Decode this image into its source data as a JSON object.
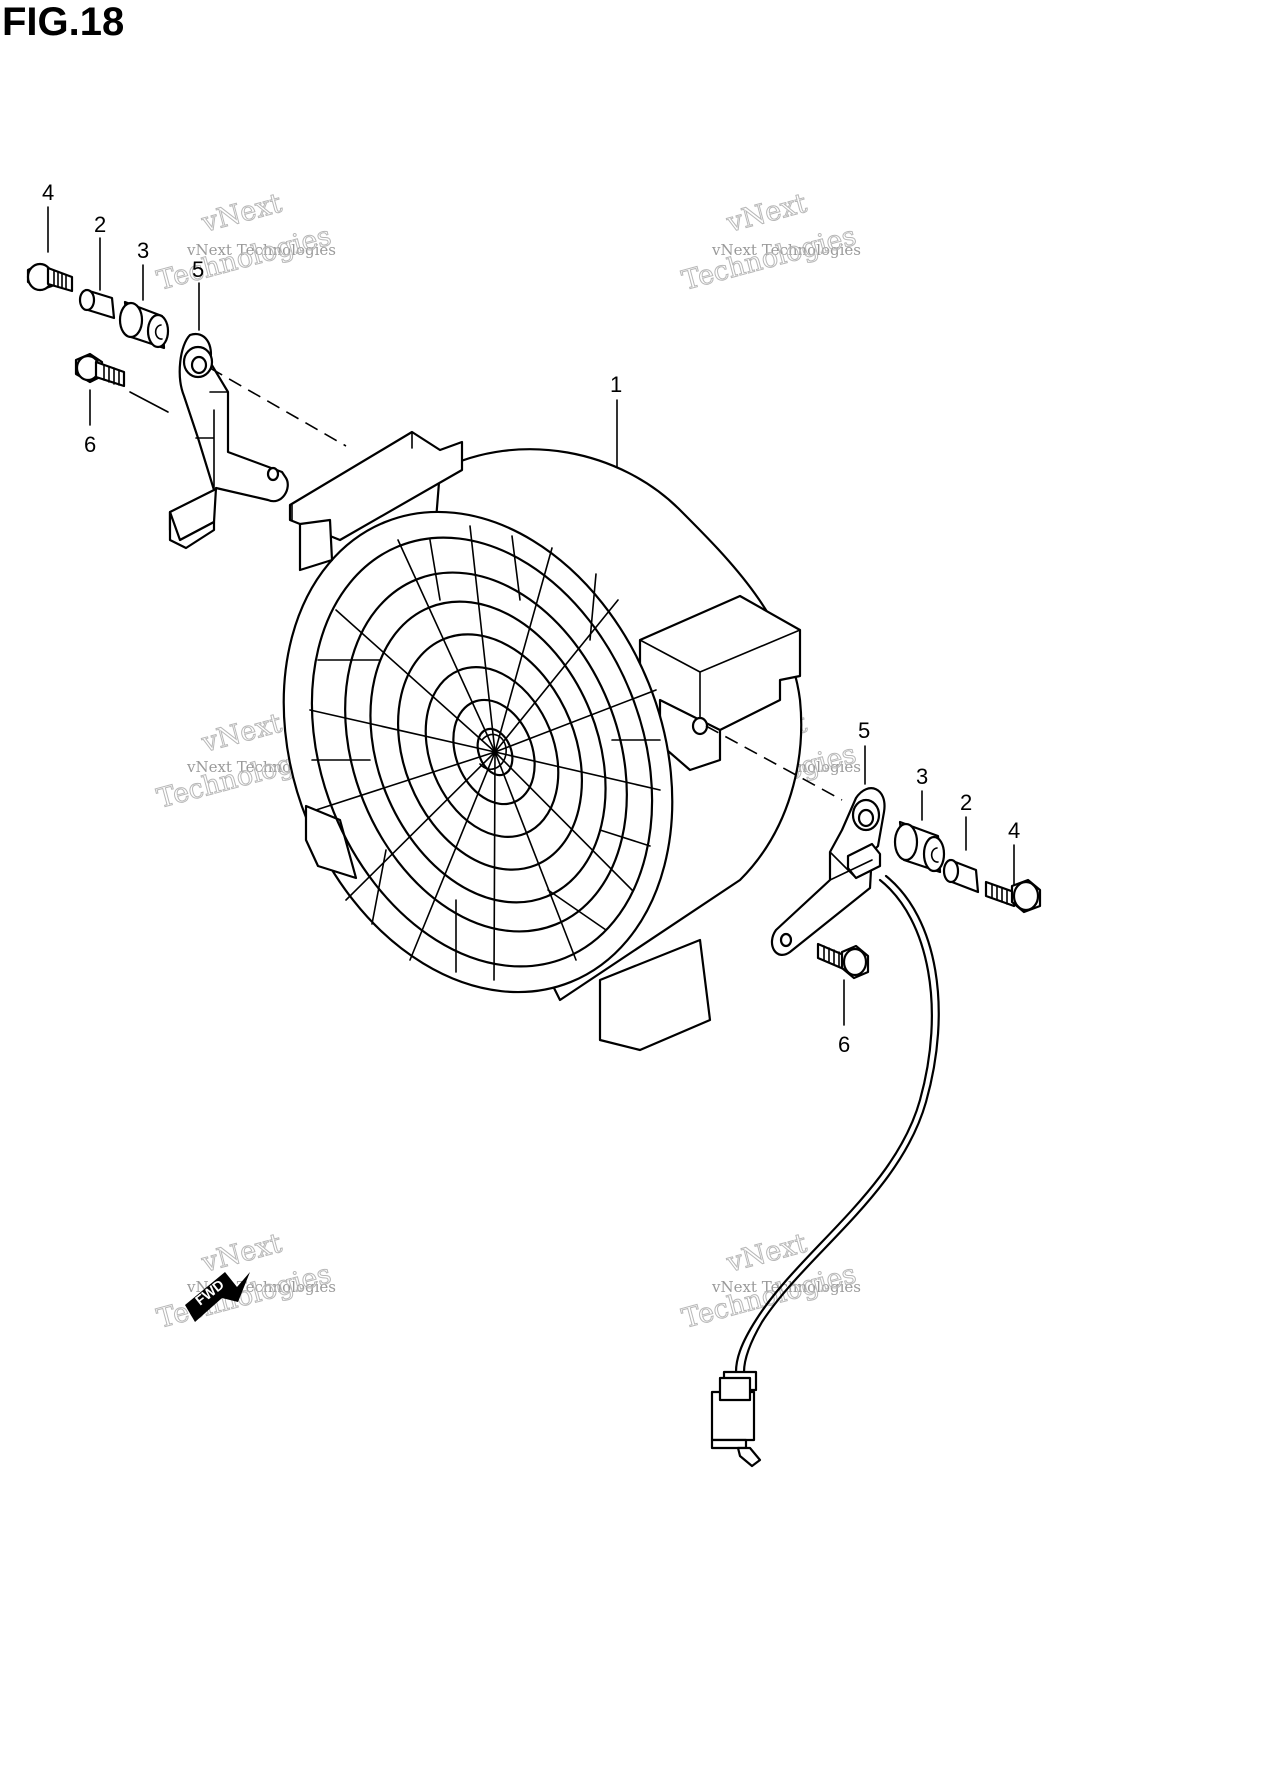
{
  "figure": {
    "title": "FIG.18"
  },
  "callouts": {
    "fan_assembly": "1",
    "spacer_left": "2",
    "cushion_left": "3",
    "bolt_left": "4",
    "bracket_left": "5",
    "screw_left": "6",
    "bracket_right": "5",
    "cushion_right": "3",
    "spacer_right": "2",
    "bolt_right": "4",
    "screw_right": "6"
  },
  "watermark": {
    "line1": "vNext",
    "line2": "vNext Technologies",
    "line3": "Technologies"
  },
  "fwd_arrow": {
    "label": "FWD"
  }
}
